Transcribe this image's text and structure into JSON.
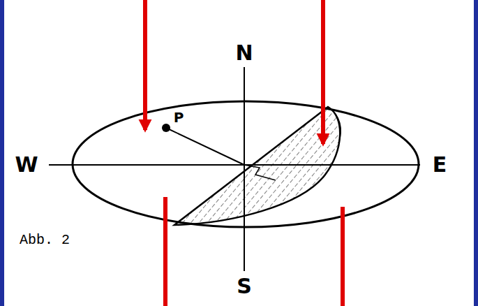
{
  "diagram": {
    "caption": "Abb. 2",
    "labels": [
      "N",
      "W",
      "E",
      "S",
      "P"
    ]
  }
}
